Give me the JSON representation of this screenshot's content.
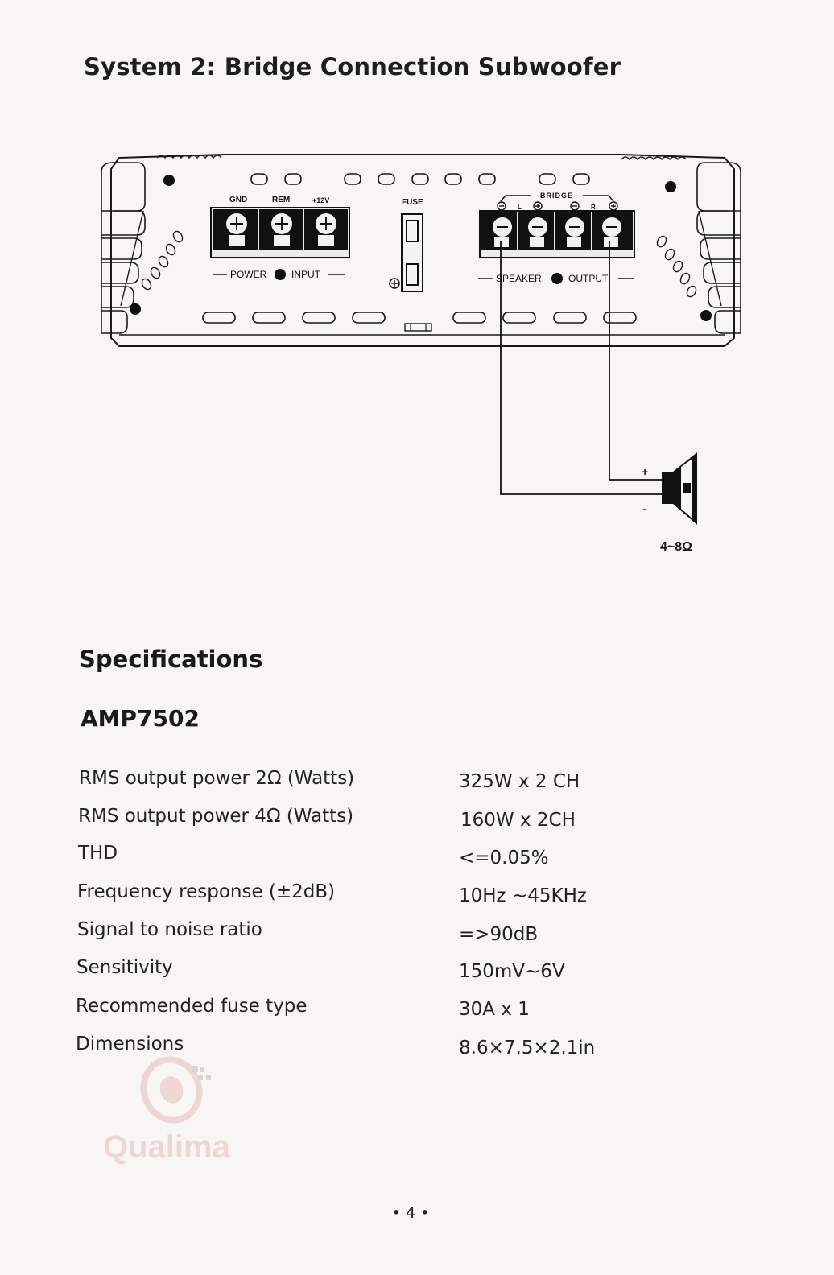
{
  "system_title": "System 2: Bridge Connection Subwoofer",
  "diagram": {
    "power_labels": {
      "gnd": "GND",
      "rem": "REM",
      "plus12v": "+12V"
    },
    "power_input_left": "POWER",
    "power_input_right": "INPUT",
    "fuse_label": "FUSE",
    "bridge_label": "BRIDGE",
    "bridge_channels": {
      "left": "L",
      "right": "R"
    },
    "speaker_output_left": "SPEAKER",
    "speaker_output_right": "OUTPUT",
    "speaker_plus": "+",
    "speaker_minus": "-",
    "impedance": "4~8Ω"
  },
  "specifications_title": "Specifications",
  "model": "AMP7502",
  "specs": [
    {
      "label": "RMS output power 2Ω (Watts)",
      "value": "325W x 2 CH"
    },
    {
      "label": "RMS output power 4Ω (Watts)",
      "value": "160W  x  2CH"
    },
    {
      "label": "THD",
      "value": "<=0.05%"
    },
    {
      "label": "Frequency response (±2dB)",
      "value": "10Hz ~45KHz"
    },
    {
      "label": "Signal to noise ratio",
      "value": "=>90dB"
    },
    {
      "label": "Sensitivity",
      "value": "150mV~6V"
    },
    {
      "label": "Recommended fuse type",
      "value": "30A x 1"
    },
    {
      "label": "Dimensions",
      "value": "8.6×7.5×2.1in"
    }
  ],
  "watermark_text": "Qualima",
  "page_number": "• 4 •"
}
